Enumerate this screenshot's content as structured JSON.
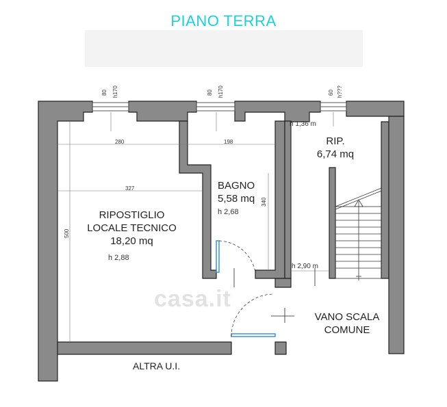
{
  "title": "PIANO TERRA",
  "rooms": {
    "ripostiglio": {
      "name_line1": "RIPOSTIGLIO",
      "name_line2": "LOCALE TECNICO",
      "area": "18,20 mq",
      "height": "h 2,88"
    },
    "bagno": {
      "name": "BAGNO",
      "area": "5,58 mq",
      "height": "h 2,68"
    },
    "rip": {
      "name": "RIP.",
      "area": "6,74 mq",
      "height_top": "h 1,36 m",
      "height_bottom": "h 2,90 m"
    },
    "vano_scala": {
      "name_line1": "VANO SCALA",
      "name_line2": "COMUNE"
    },
    "altra": {
      "name": "ALTRA U.I."
    }
  },
  "dimensions": {
    "horizontal": [
      "280",
      "198",
      "327"
    ],
    "vertical": [
      "500",
      "340"
    ],
    "windows": [
      {
        "width": "80",
        "height": "h170"
      },
      {
        "width": "80",
        "height": "h170"
      },
      {
        "width": "60",
        "height": "h???"
      }
    ]
  },
  "watermark": "casa.it",
  "colors": {
    "title": "#1ad1d8",
    "wall_fill": "#8a8a8a",
    "wall_stroke": "#222222",
    "door": "#2b8fd6"
  }
}
